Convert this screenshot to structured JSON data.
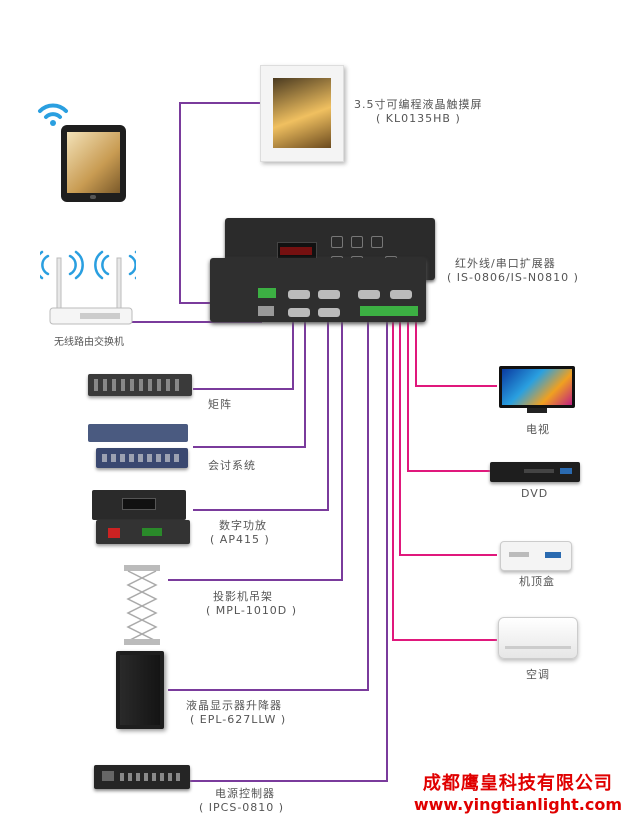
{
  "devices": {
    "touchscreen": {
      "name": "3.5寸可编程液晶触摸屏",
      "model": "( KL0135HB )"
    },
    "expander": {
      "name": "红外线/串口扩展器",
      "model": "( IS-0806/IS-N0810 )"
    },
    "router": {
      "name": "无线路由交换机"
    },
    "matrix": {
      "name": "矩阵"
    },
    "conference": {
      "name": "会讨系统"
    },
    "amplifier": {
      "name": "数字功放",
      "model": "( AP415 )"
    },
    "projector_lift": {
      "name": "投影机吊架",
      "model": "( MPL-1010D )"
    },
    "lcd_lift": {
      "name": "液晶显示器升降器",
      "model": "( EPL-627LLW )"
    },
    "power_controller": {
      "name": "电源控制器",
      "model": "( IPCS-0810 )"
    },
    "tv": {
      "name": "电视"
    },
    "dvd": {
      "name": "DVD"
    },
    "settop": {
      "name": "机顶盒"
    },
    "ac": {
      "name": "空调"
    }
  },
  "brand": {
    "company": "成都鹰皇科技有限公司",
    "url": "www.yingtianlight.com"
  },
  "colors": {
    "purple_wire": "#7a3b9c",
    "magenta_wire": "#e0187c",
    "device_dark": "#2b2b2b"
  }
}
